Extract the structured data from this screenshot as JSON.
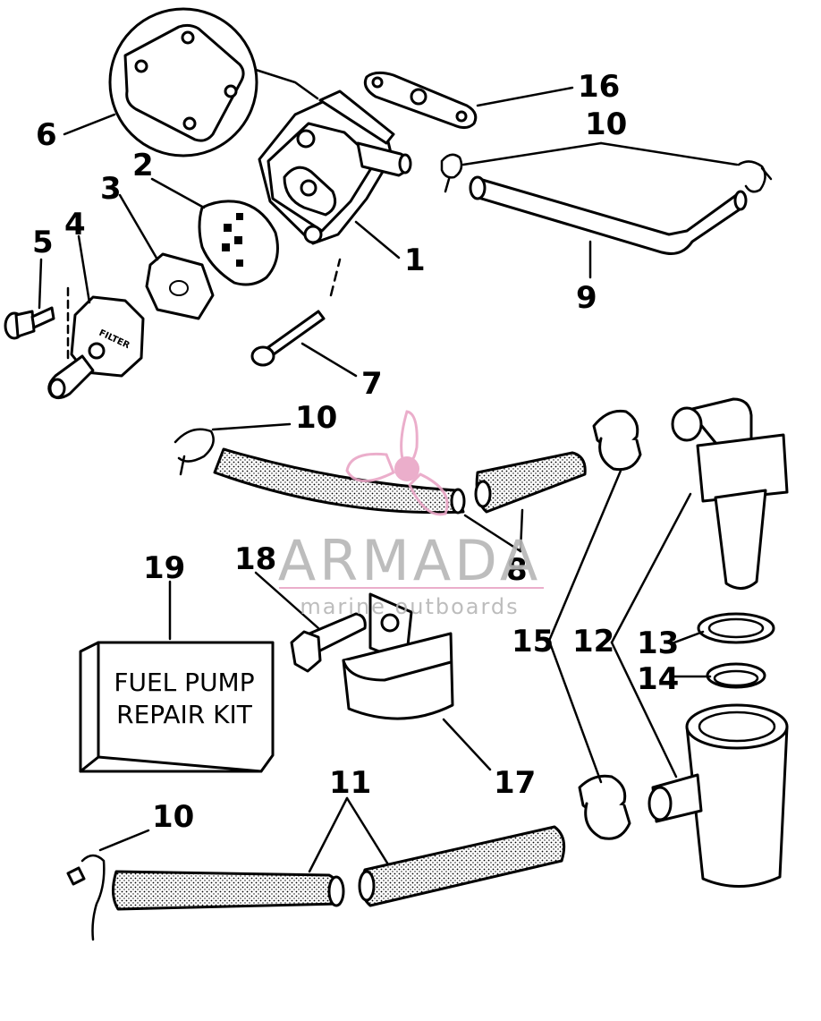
{
  "callouts": {
    "c1": "1",
    "c2": "2",
    "c3": "3",
    "c4": "4",
    "c5": "5",
    "c6": "6",
    "c7": "7",
    "c8": "8",
    "c9": "9",
    "c10a": "10",
    "c10b": "10",
    "c10c": "10",
    "c11": "11",
    "c12": "12",
    "c13": "13",
    "c14": "14",
    "c15": "15",
    "c16": "16",
    "c17": "17",
    "c18": "18",
    "c19": "19"
  },
  "kit_box": {
    "line1": "FUEL PUMP",
    "line2": "REPAIR KIT"
  },
  "filter_cover_text": "FILTER",
  "watermark": {
    "brand": "ARMADA",
    "tagline": "marine outboards",
    "logo_color": "#e9a6c6"
  },
  "colors": {
    "ink": "#000000",
    "paper": "#ffffff",
    "watermark_text": "#b6b6b6"
  }
}
